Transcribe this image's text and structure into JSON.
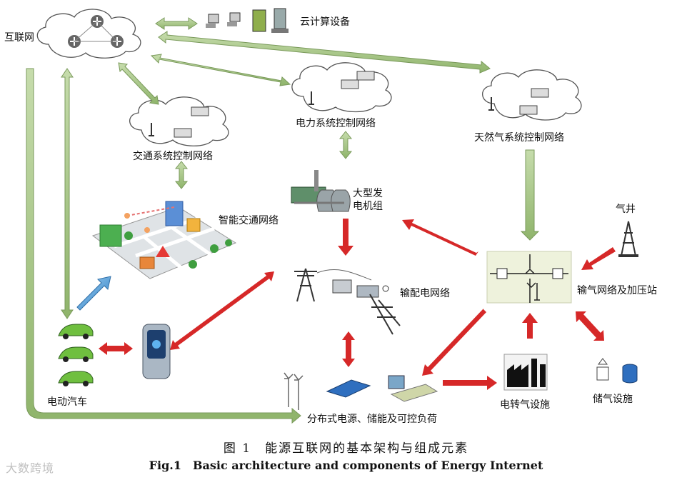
{
  "nodes": {
    "internet": "互联网",
    "cloud_devices": "云计算设备",
    "power_ctrl": "电力系统控制网络",
    "gas_ctrl": "天然气系统控制网络",
    "traffic_ctrl": "交通系统控制网络",
    "smart_traffic": "智能交通网络",
    "generator": "大型发\n电机组",
    "grid": "输配电网络",
    "gas_well": "气井",
    "pipeline": "输气网络及加压站",
    "ev": "电动汽车",
    "distributed": "分布式电源、储能及可控负荷",
    "p2g": "电转气设施",
    "gas_storage": "储气设施"
  },
  "caption": {
    "cn": "图 1　能源互联网的基本架构与组成元素",
    "en": "Fig.1　Basic architecture and components of Energy Internet"
  },
  "watermark": "大数跨境",
  "colors": {
    "green_arrow": "#a9c98a",
    "red_arrow": "#d62828",
    "blue_arrow": "#4f9bd6",
    "panel": "#eef2dc"
  }
}
